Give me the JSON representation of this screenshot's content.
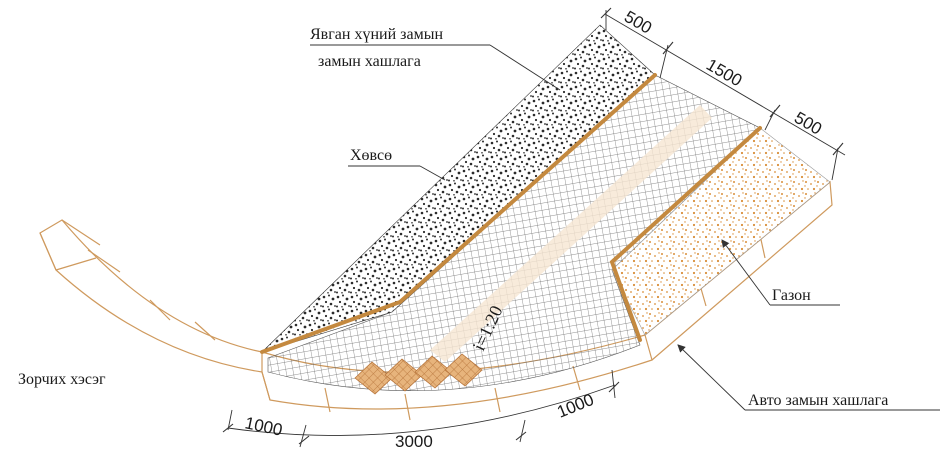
{
  "labels": {
    "footpath_line1": "Явган хүний замын",
    "footpath_line2": "замын хашлага",
    "slope": "Хөвсө",
    "lawn": "Газон",
    "carriageway": "Зорчих хэсэг",
    "road_curb": "Авто замын хашлага",
    "gradient": "i=1:20"
  },
  "dimensions": {
    "top_left": "500",
    "top_middle": "1500",
    "top_right": "500",
    "bottom_left": "1000",
    "bottom_middle": "3000",
    "bottom_right": "1000"
  },
  "colors": {
    "gravel": "#2b2b2b",
    "paving_grid": "#6b6b6b",
    "kerb": "#cf9a5e",
    "lawn_dots": "#d98f3a",
    "tiles": "#d99a5b",
    "line": "#333333"
  }
}
